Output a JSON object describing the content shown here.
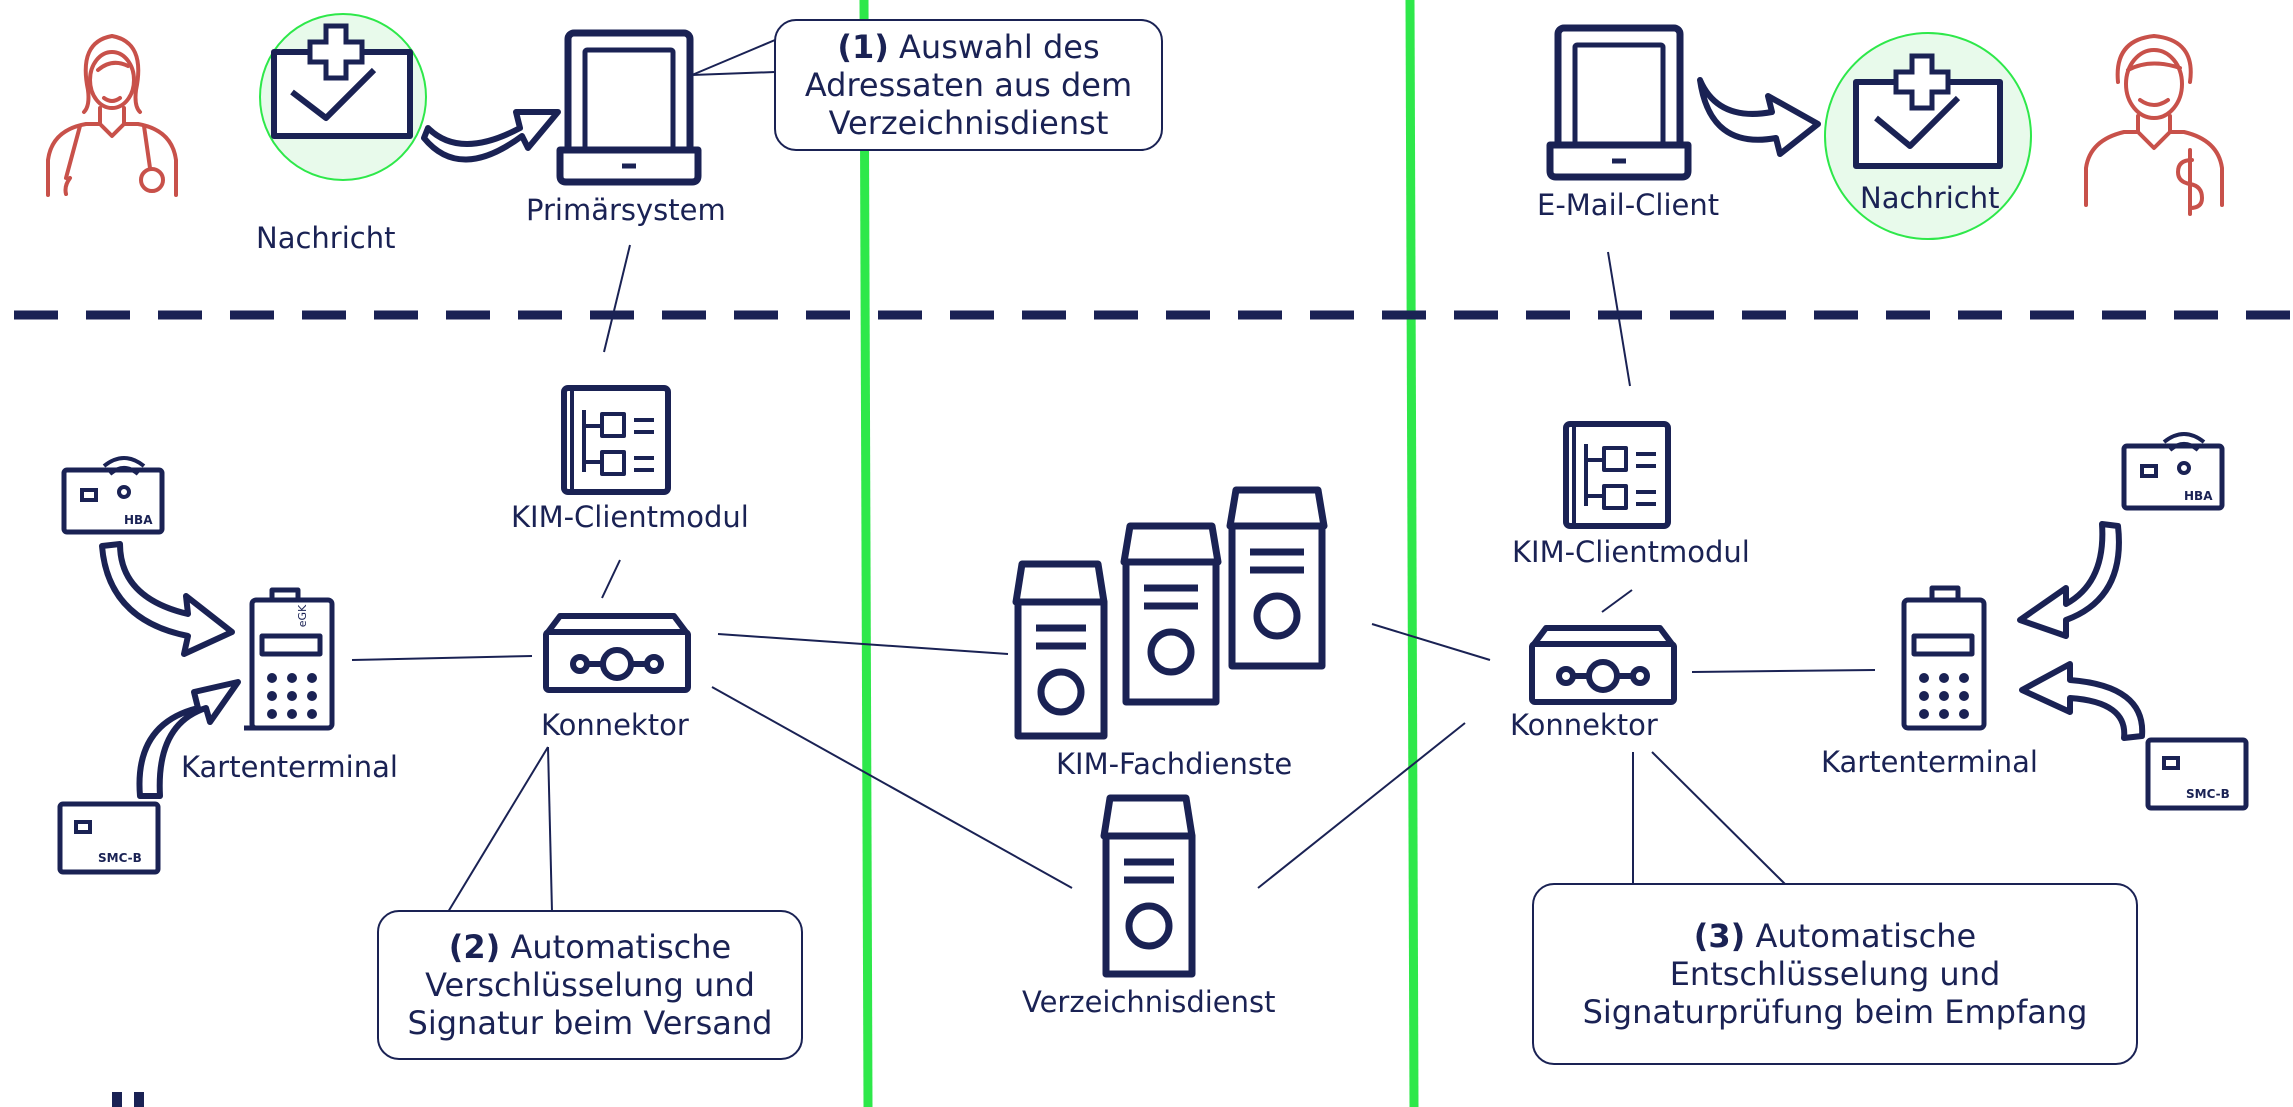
{
  "colors": {
    "navy": "#1a2254",
    "green": "#2ee84a",
    "green_light": "#e8faeb",
    "person": "#c8514a"
  },
  "labels": {
    "nachricht_left": "Nachricht",
    "primaersystem": "Primärsystem",
    "kim_clientmodul_left": "KIM-Clientmodul",
    "konnektor_left": "Konnektor",
    "kartenterminal_left": "Kartenterminal",
    "kim_fachdienste": "KIM-Fachdienste",
    "verzeichnisdienst": "Verzeichnisdienst",
    "email_client": "E-Mail-Client",
    "nachricht_right": "Nachricht",
    "kim_clientmodul_right": "KIM-Clientmodul",
    "konnektor_right": "Konnektor",
    "kartenterminal_right": "Kartenterminal",
    "hba": "HBA",
    "smcb": "SMC-B",
    "egk": "eGK"
  },
  "callouts": {
    "step1": {
      "num": "(1)",
      "line1": "Auswahl des",
      "line2": "Adressaten aus dem",
      "line3": "Verzeichnisdienst"
    },
    "step2": {
      "num": "(2)",
      "line1": "Automatische",
      "line2": "Verschlüsselung und",
      "line3": "Signatur beim Versand"
    },
    "step3": {
      "num": "(3)",
      "line1": "Automatische",
      "line2": "Entschlüsselung und",
      "line3": "Signaturprüfung  beim Empfang"
    }
  },
  "icons": [
    "doctor-female-icon",
    "doctor-male-icon",
    "message-envelope-icon",
    "laptop-icon",
    "client-module-icon",
    "connector-icon",
    "card-terminal-icon",
    "card-icon",
    "server-icon",
    "curved-arrow-icon"
  ]
}
